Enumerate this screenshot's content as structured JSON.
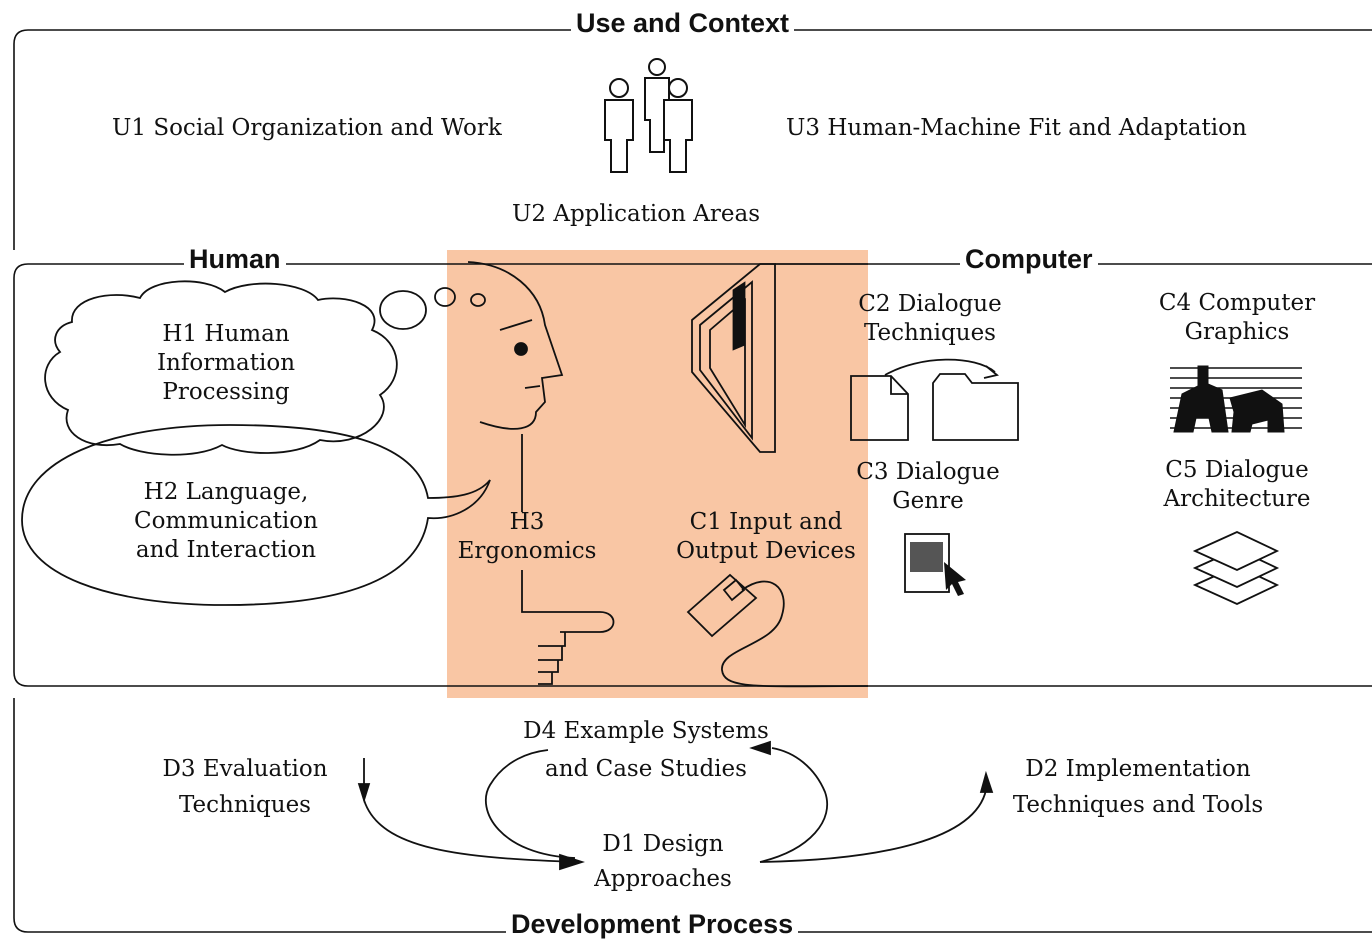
{
  "sections": {
    "use_context": "Use and Context",
    "human": "Human",
    "computer": "Computer",
    "development": "Development Process"
  },
  "use": {
    "u1": "U1 Social Organization and Work",
    "u2": "U2 Application Areas",
    "u3": "U3 Human-Machine Fit and Adaptation"
  },
  "human": {
    "h1": [
      "H1 Human",
      "Information",
      "Processing"
    ],
    "h2": [
      "H2 Language,",
      "Communication",
      "and Interaction"
    ],
    "h3": [
      "H3",
      "Ergonomics"
    ]
  },
  "computer": {
    "c1": [
      "C1 Input and",
      "Output Devices"
    ],
    "c2": [
      "C2 Dialogue",
      "Techniques"
    ],
    "c3": [
      "C3 Dialogue",
      "Genre"
    ],
    "c4": [
      "C4 Computer",
      "Graphics"
    ],
    "c5": [
      "C5 Dialogue",
      "Architecture"
    ]
  },
  "development": {
    "d1": [
      "D1 Design",
      "Approaches"
    ],
    "d2": [
      "D2 Implementation",
      "Techniques and Tools"
    ],
    "d3": [
      "D3 Evaluation",
      "Techniques"
    ],
    "d4": [
      "D4 Example Systems",
      "and Case Studies"
    ]
  },
  "colors": {
    "highlight": "#f9c6a4",
    "line": "#111111"
  },
  "icons": [
    "people-icon",
    "thought-cloud-icon",
    "speech-bubble-icon",
    "head-profile-icon",
    "pointing-hand-icon",
    "monitor-icon",
    "mouse-icon",
    "document-icon",
    "folder-icon",
    "graphics-icon",
    "screen-document-icon",
    "layers-icon"
  ]
}
